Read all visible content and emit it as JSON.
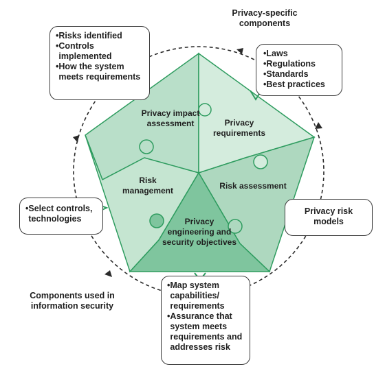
{
  "diagram": {
    "top_label": "Privacy-specific components",
    "bottom_label": "Components used in information security",
    "segments": {
      "impact": "Privacy impact assessment",
      "requirements": "Privacy requirements",
      "risk_management": "Risk management",
      "risk_assessment": "Risk assessment",
      "engineering": "Privacy engineering and security objectives"
    },
    "boxes": {
      "top_left": [
        "Risks identified",
        "Controls implemented",
        "How the system meets requirements"
      ],
      "top_right": [
        "Laws",
        "Regulations",
        "Standards",
        "Best practices"
      ],
      "left": [
        "Select controls, technologies"
      ],
      "right": "Privacy risk models",
      "bottom": [
        "Map system capabilities/ requirements",
        "Assurance that system meets requirements and addresses risk"
      ]
    },
    "bullet": "•",
    "colors": {
      "light": "#cfe8d9",
      "medium": "#a9d6bb",
      "dark": "#6fbf93",
      "edge": "#2e9c5f"
    }
  }
}
